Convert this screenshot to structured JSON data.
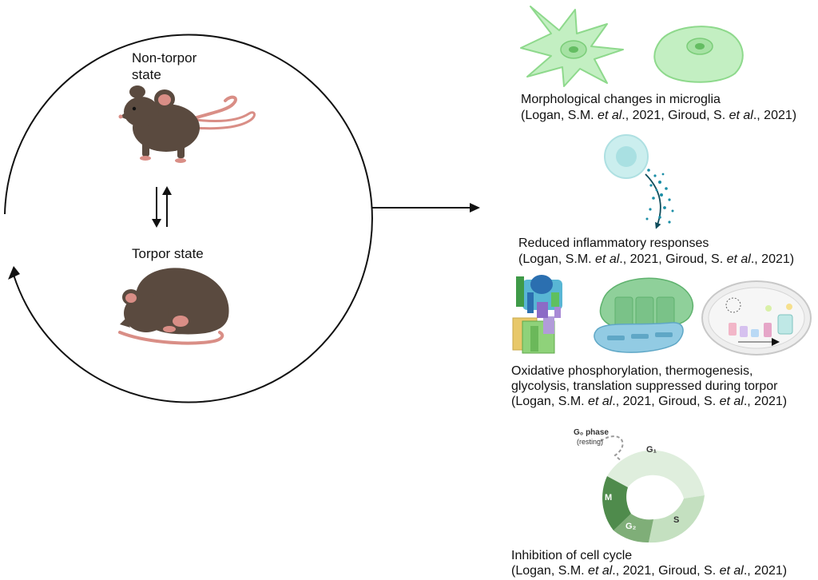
{
  "states": {
    "non_torpor_line1": "Non-torpor",
    "non_torpor_line2": "state",
    "torpor": "Torpor state"
  },
  "effects": [
    {
      "title": "Morphological changes in microglia",
      "cite": {
        "p1": "(Logan, S.M. ",
        "etal1": "et al",
        "p2": "., 2021, Giroud, S. ",
        "etal2": "et al",
        "p3": "., 2021)"
      }
    },
    {
      "title": "Reduced inflammatory responses",
      "cite": {
        "p1": "(Logan, S.M. ",
        "etal1": "et al",
        "p2": "., 2021, Giroud, S. ",
        "etal2": "et al",
        "p3": "., 2021)"
      }
    },
    {
      "title_line1": "Oxidative phosphorylation, thermogenesis,",
      "title_line2": "glycolysis, translation suppressed during torpor",
      "cite": {
        "p1": "(Logan, S.M. ",
        "etal1": "et al",
        "p2": "., 2021, Giroud, S. ",
        "etal2": "et al",
        "p3": "., 2021)"
      }
    },
    {
      "title": "Inhibition of cell cycle",
      "cite": {
        "p1": "(Logan, S.M. ",
        "etal1": "et al",
        "p2": "., 2021, Giroud, S. ",
        "etal2": "et al",
        "p3": "., 2021)"
      }
    }
  ],
  "cell_cycle": {
    "g0_label": "G₀ phase",
    "g0_sub": "(resting)",
    "phases": {
      "g1": "G₁",
      "s": "S",
      "g2": "G₂",
      "m": "M"
    }
  },
  "icons": {
    "mouse_awake": "mouse-standing-icon",
    "mouse_torpor": "mouse-curled-icon",
    "microglia": "microglia-cell-icon",
    "secretion": "cytokine-release-icon",
    "complex": "atp-synthase-icon",
    "ribosome": "ribosome-icon",
    "mitochondrion": "mitochondrion-icon"
  },
  "colors": {
    "mouse": "#5a4a3f",
    "mouse_pink": "#d98e86",
    "cell_fill": "#c3efc2",
    "cell_edge": "#8ed98c",
    "cyto": "#cbeeee",
    "dots": "#1b8ea6",
    "ribo_green": "#8fd09a",
    "ribo_blue": "#92cbe3",
    "phase_g1": "#dfeedd",
    "phase_s": "#c4e0c0",
    "phase_g2": "#7fae78",
    "phase_m": "#4f8b4c"
  }
}
